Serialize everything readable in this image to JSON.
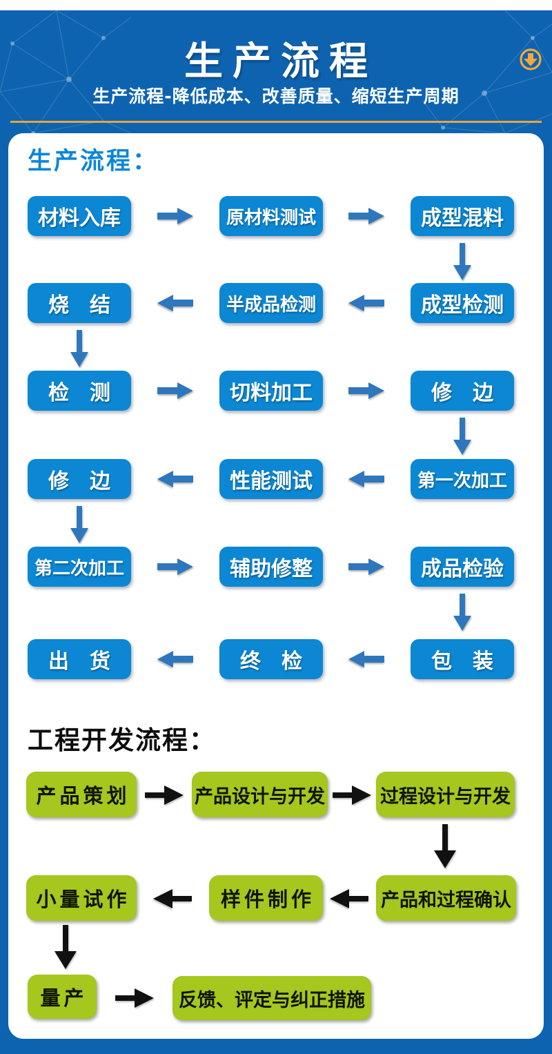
{
  "header": {
    "title": "生产流程",
    "subtitle": "生产流程-降低成本、改善质量、缩短生产周期",
    "download_icon": "download-icon"
  },
  "colors": {
    "page_blue": "#0e63b0",
    "accent_gold": "#e9a43c",
    "heading_blue": "#0a86d9",
    "box_blue": "#0c87d3",
    "arrow_blue": "#2e77bd",
    "box_green": "#a5c71e",
    "arrow_black": "#111111"
  },
  "production_flow": {
    "heading": "生产流程：",
    "rows": [
      {
        "direction": "right",
        "cells": [
          "材料入库",
          "原材料测试",
          "成型混料"
        ]
      },
      {
        "direction": "left",
        "cells": [
          "烧　结",
          "半成品检测",
          "成型检测"
        ]
      },
      {
        "direction": "right",
        "cells": [
          "检　测",
          "切料加工",
          "修　边"
        ]
      },
      {
        "direction": "left",
        "cells": [
          "修　边",
          "性能测试",
          "第一次加工"
        ]
      },
      {
        "direction": "right",
        "cells": [
          "第二次加工",
          "辅助修整",
          "成品检验"
        ]
      },
      {
        "direction": "left",
        "cells": [
          "出　货",
          "终　检",
          "包　装"
        ]
      }
    ]
  },
  "engineering_flow": {
    "heading": "工程开发流程：",
    "rows": [
      {
        "direction": "right",
        "cells": [
          "产品策划",
          "产品设计与开发",
          "过程设计与开发"
        ]
      },
      {
        "direction": "left",
        "cells": [
          "小量试作",
          "样件制作",
          "产品和过程确认"
        ]
      },
      {
        "direction": "right",
        "cells": [
          "量产",
          "反馈、评定与纠正措施"
        ]
      }
    ]
  }
}
